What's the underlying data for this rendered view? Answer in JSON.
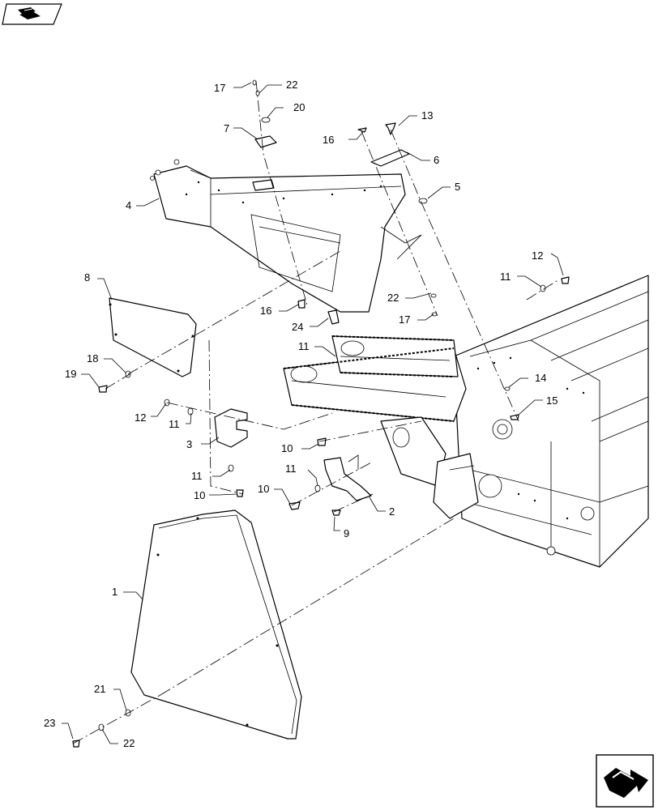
{
  "header": {
    "badge_icon": "manual-book-icon"
  },
  "nav": {
    "icon": "next-page-arrow-icon"
  },
  "callouts": [
    {
      "id": "c1",
      "label": "1"
    },
    {
      "id": "c2",
      "label": "2"
    },
    {
      "id": "c3",
      "label": "3"
    },
    {
      "id": "c4",
      "label": "4"
    },
    {
      "id": "c5",
      "label": "5"
    },
    {
      "id": "c6",
      "label": "6"
    },
    {
      "id": "c7",
      "label": "7"
    },
    {
      "id": "c8",
      "label": "8"
    },
    {
      "id": "c9",
      "label": "9"
    },
    {
      "id": "c10a",
      "label": "10"
    },
    {
      "id": "c10b",
      "label": "10"
    },
    {
      "id": "c10c",
      "label": "10"
    },
    {
      "id": "c11a",
      "label": "11"
    },
    {
      "id": "c11b",
      "label": "11"
    },
    {
      "id": "c11c",
      "label": "11"
    },
    {
      "id": "c11d",
      "label": "11"
    },
    {
      "id": "c11e",
      "label": "11"
    },
    {
      "id": "c12a",
      "label": "12"
    },
    {
      "id": "c12b",
      "label": "12"
    },
    {
      "id": "c13",
      "label": "13"
    },
    {
      "id": "c14",
      "label": "14"
    },
    {
      "id": "c15",
      "label": "15"
    },
    {
      "id": "c16a",
      "label": "16"
    },
    {
      "id": "c16b",
      "label": "16"
    },
    {
      "id": "c17a",
      "label": "17"
    },
    {
      "id": "c17b",
      "label": "17"
    },
    {
      "id": "c18",
      "label": "18"
    },
    {
      "id": "c19",
      "label": "19"
    },
    {
      "id": "c20",
      "label": "20"
    },
    {
      "id": "c21",
      "label": "21"
    },
    {
      "id": "c22a",
      "label": "22"
    },
    {
      "id": "c22b",
      "label": "22"
    },
    {
      "id": "c22c",
      "label": "22"
    },
    {
      "id": "c23",
      "label": "23"
    },
    {
      "id": "c24",
      "label": "24"
    }
  ]
}
